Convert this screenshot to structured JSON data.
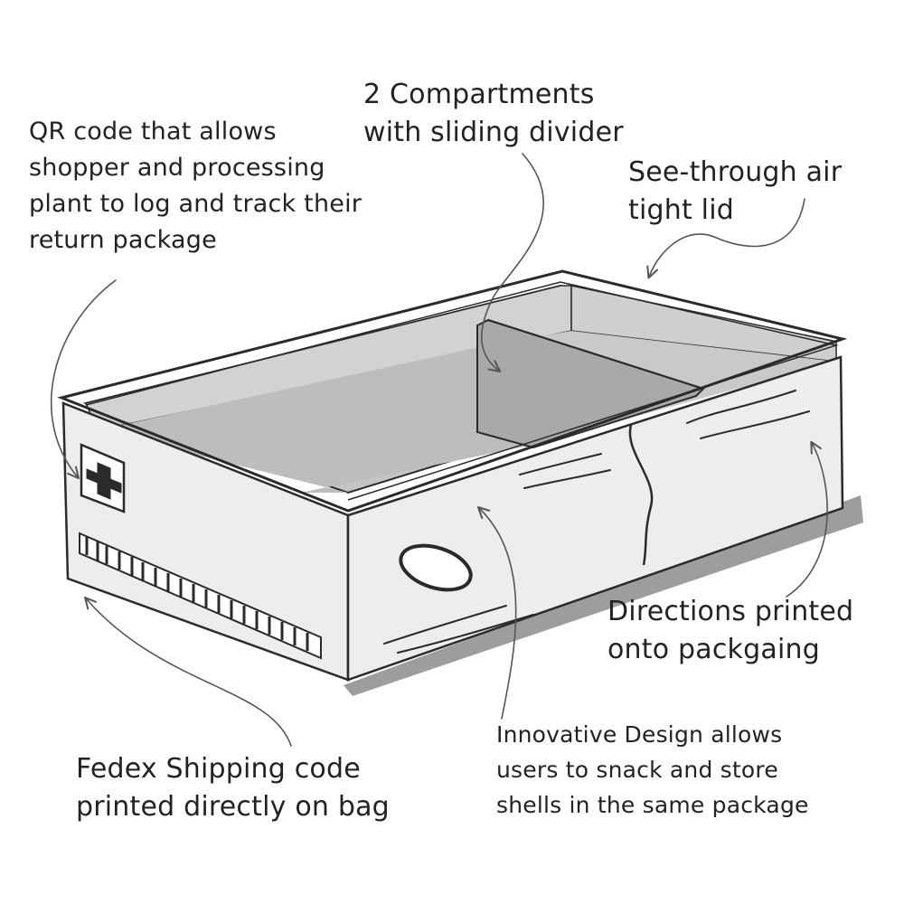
{
  "colors": {
    "ink": "#2a2a2a",
    "box_fill": "#ededed",
    "interior": "#bdbdbd",
    "interior_dark": "#a9a9a9",
    "shadow": "#8c8c8c"
  },
  "icons": {
    "qr_code": "qr-cross-icon",
    "handle": "oval-handle-icon",
    "shipping": "barcode-icon"
  },
  "callouts": {
    "qr": [
      "QR code that allows",
      "shopper and processing",
      "plant to log and track their",
      "return package"
    ],
    "compartments": [
      "2 Compartments",
      "with sliding divider"
    ],
    "lid": [
      "See-through air",
      "tight lid"
    ],
    "directions": [
      "Directions printed",
      "onto packgaing"
    ],
    "innovative": [
      "Innovative Design allows",
      "users to snack and store",
      "shells in the same package"
    ],
    "fedex": [
      "Fedex Shipping code",
      "printed directly on bag"
    ]
  }
}
